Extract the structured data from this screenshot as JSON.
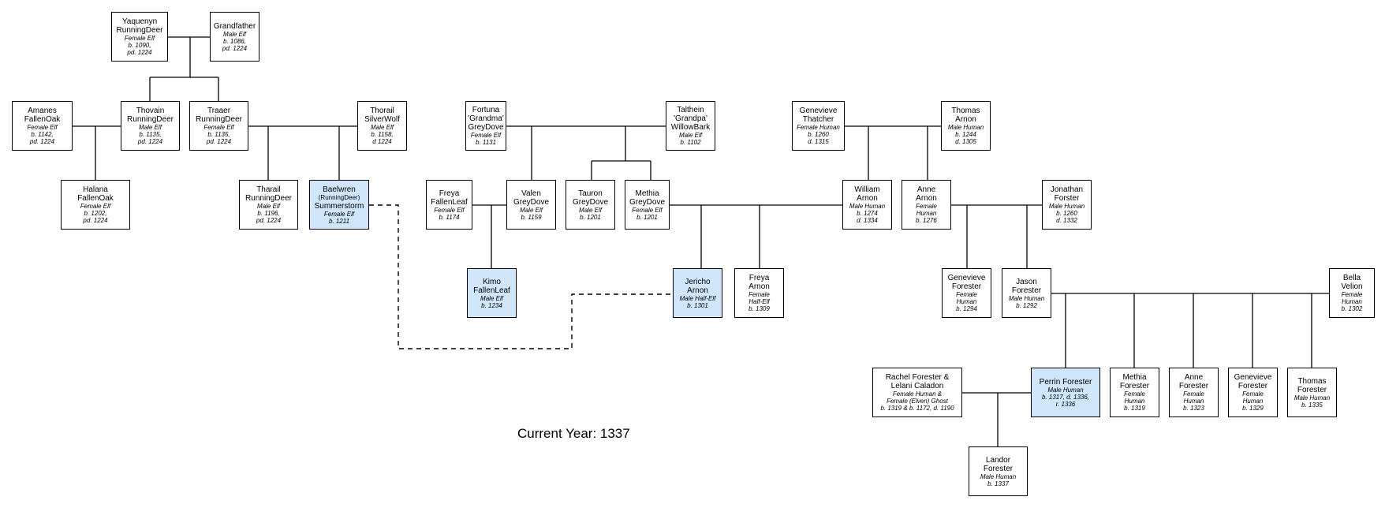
{
  "caption": "Current Year: 1337",
  "people": {
    "yaquenyn": {
      "name": "Yaquenyn\nRunningDeer",
      "details": "Female Elf\nb. 1090,\npd. 1224"
    },
    "grandfather": {
      "name": "Grandfather",
      "details": "Male Elf\nb. 1086,\npd. 1224"
    },
    "amanes": {
      "name": "Amanes\nFallenOak",
      "details": "Female Elf\nb. 1142,\npd. 1224"
    },
    "thovain": {
      "name": "Thovain\nRunningDeer",
      "details": "Male Elf\nb. 1135,\npd. 1224"
    },
    "traaer": {
      "name": "Traaer\nRunningDeer",
      "details": "Female Elf\nb. 1135,\npd. 1224"
    },
    "thorail": {
      "name": "Thorail\nSilverWolf",
      "details": "Male Elf\nb. 1158,\nd 1224"
    },
    "halana": {
      "name": "Halana\nFallenOak",
      "details": "Female Elf\nb. 1202,\npd. 1224"
    },
    "tharail": {
      "name": "Tharail\nRunningDeer",
      "details": "Male Elf\nb. 1196,\npd. 1224"
    },
    "baelwren": {
      "name_first": "Baelwren",
      "name_middle": "(RunningDeer)",
      "name_last": "Summerstorm",
      "details": "Female Elf\nb. 1211"
    },
    "fortuna": {
      "name": "Fortuna\n'Grandma'\nGreyDove",
      "details": "Female Elf\nb. 1131"
    },
    "talthein": {
      "name": "Talthein\n'Grandpa'\nWillowBark",
      "details": "Male Elf\nb. 1102"
    },
    "freya_fl": {
      "name": "Freya\nFallenLeaf",
      "details": "Female Elf\nb. 1174"
    },
    "valen": {
      "name": "Valen\nGreyDove",
      "details": "Male Elf\nb. 1159"
    },
    "tauron": {
      "name": "Tauron\nGreyDove",
      "details": "Male Elf\nb. 1201"
    },
    "methia_gd": {
      "name": "Methia\nGreyDove",
      "details": "Female Elf\nb. 1201"
    },
    "kimo": {
      "name": "Kimo\nFallenLeaf",
      "details": "Male Elf\nb. 1234"
    },
    "jericho": {
      "name": "Jericho\nArnon",
      "details": "Male Half-Elf\nb. 1301"
    },
    "freya_arnon": {
      "name": "Freya\nArnon",
      "details": "Female\nHalf-Elf\nb. 1309"
    },
    "genevieve_t": {
      "name": "Genevieve\nThatcher",
      "details": "Female Human\nb. 1260\nd. 1315"
    },
    "thomas_arnon": {
      "name": "Thomas\nArnon",
      "details": "Male Human\nb. 1244\nd. 1305"
    },
    "william": {
      "name": "William\nArnon",
      "details": "Male Human\nb. 1274\nd. 1334"
    },
    "anne_arnon": {
      "name": "Anne\nArnon",
      "details": "Female\nHuman\nb. 1276"
    },
    "jonathan": {
      "name": "Jonathan\nForster",
      "details": "Male Human\nb. 1260\nd. 1332"
    },
    "genevieve_f": {
      "name": "Genevieve\nForester",
      "details": "Female\nHuman\nb. 1294"
    },
    "jason": {
      "name": "Jason\nForester",
      "details": "Male Human\nb. 1292"
    },
    "bella": {
      "name": "Bella\nVelion",
      "details": "Female\nHuman\nb. 1302"
    },
    "rachel": {
      "name": "Rachel Forester &\nLelani Caladon",
      "details": "Female Human &\nFemale (Elven) Ghost\nb. 1319 & b. 1172, d. 1190"
    },
    "perrin": {
      "name": "Perrin Forester",
      "details": "Male Human\nb. 1317, d. 1336,\nr. 1336"
    },
    "methia_f": {
      "name": "Methia\nForester",
      "details": "Female\nHuman\nb. 1319"
    },
    "anne_f": {
      "name": "Anne\nForester",
      "details": "Female\nHuman\nb. 1323"
    },
    "genevieve_f2": {
      "name": "Genevieve\nForester",
      "details": "Female\nHuman\nb. 1329"
    },
    "thomas_f": {
      "name": "Thomas\nForester",
      "details": "Male Human\nb. 1335"
    },
    "landor": {
      "name": "Landor\nForester",
      "details": "Male Human\nb. 1337"
    }
  }
}
